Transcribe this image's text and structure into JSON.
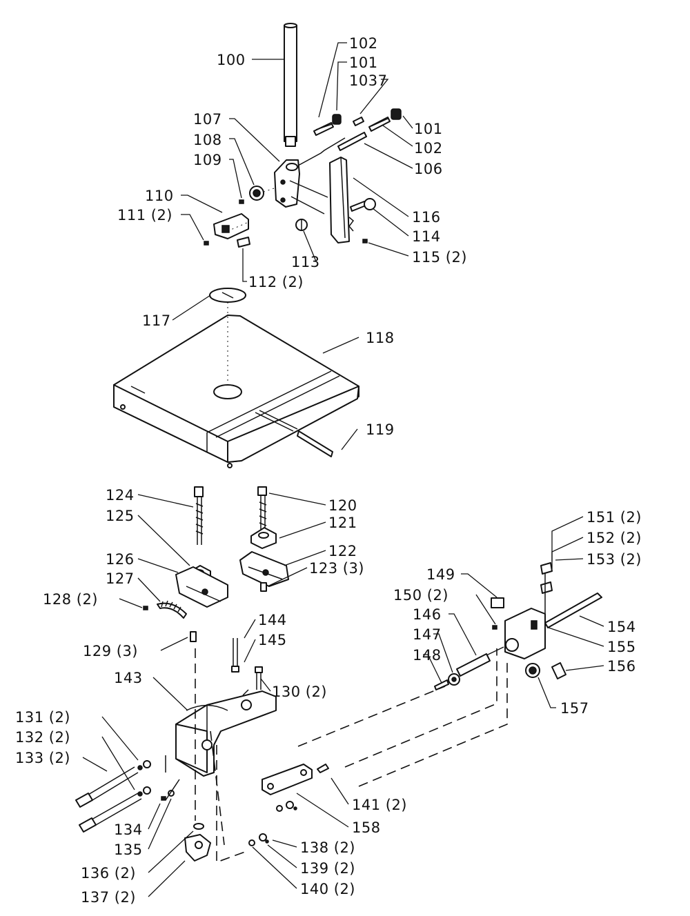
{
  "labels": {
    "p100": "100",
    "p102a": "102",
    "p101a": "101",
    "p103": "1037",
    "p101b": "101",
    "p102b": "102",
    "p106": "106",
    "p107": "107",
    "p108": "108",
    "p109": "109",
    "p110": "110",
    "p111": "111 (2)",
    "p116": "116",
    "p114": "114",
    "p115": "115 (2)",
    "p113": "113",
    "p112": "112 (2)",
    "p117": "117",
    "p118": "118",
    "p119": "119",
    "p124": "124",
    "p125": "125",
    "p120": "120",
    "p121": "121",
    "p122": "122",
    "p123": "123 (3)",
    "p126": "126",
    "p127": "127",
    "p128": "128 (2)",
    "p129": "129 (3)",
    "p144": "144",
    "p145": "145",
    "p143": "143",
    "p130": "130 (2)",
    "p131": "131 (2)",
    "p132": "132 (2)",
    "p133": "133 (2)",
    "p134": "134",
    "p135": "135",
    "p136": "136 (2)",
    "p137": "137 (2)",
    "p138": "138 (2)",
    "p139": "139 (2)",
    "p140": "140 (2)",
    "p141": "141 (2)",
    "p158": "158",
    "p151": "151 (2)",
    "p152": "152 (2)",
    "p153": "153 (2)",
    "p149": "149",
    "p150": "150 (2)",
    "p146": "146",
    "p147": "147",
    "p148": "148",
    "p154": "154",
    "p155": "155",
    "p156": "156",
    "p157": "157"
  }
}
